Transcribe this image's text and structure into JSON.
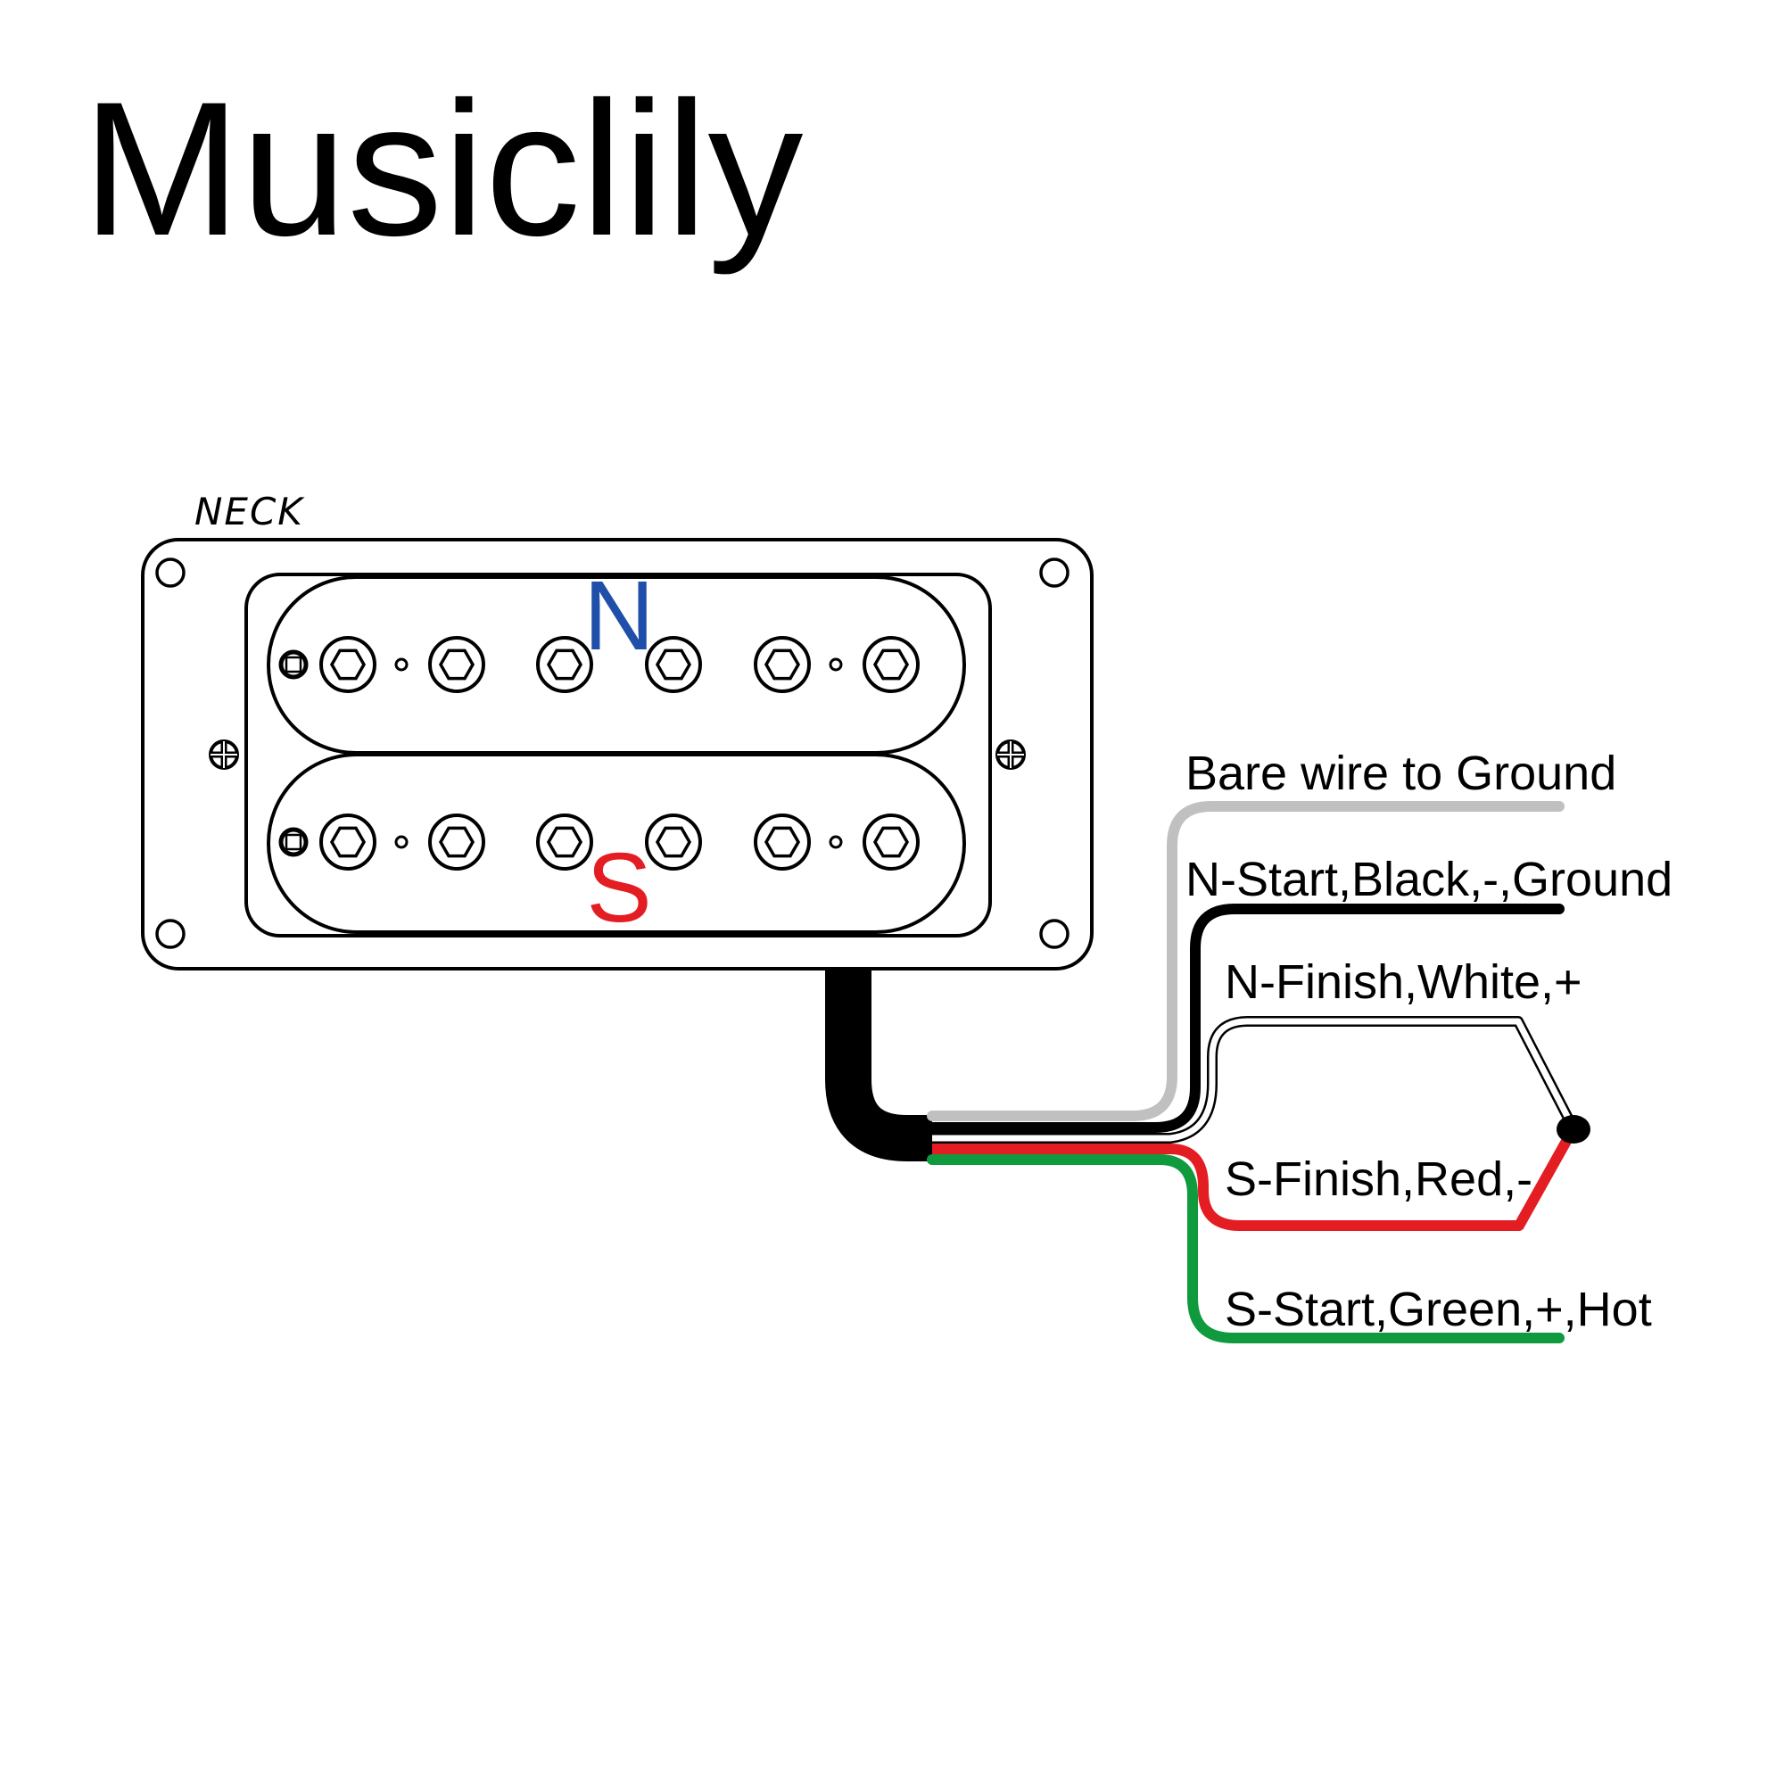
{
  "title": "Musiclily",
  "pickup": {
    "position_label": "NECK",
    "north_coil_label": "N",
    "south_coil_label": "S",
    "north_color": "#1f4fa8",
    "south_color": "#e31d22",
    "poles_per_coil": 6
  },
  "wires": [
    {
      "id": "bare",
      "label": "Bare wire to Ground",
      "color": "#c0c0c0"
    },
    {
      "id": "black",
      "label": "N-Start,Black,-,Ground",
      "color": "#000000"
    },
    {
      "id": "white",
      "label": "N-Finish,White,+",
      "color": "#ffffff"
    },
    {
      "id": "red",
      "label": "S-Finish,Red,-",
      "color": "#e31d22"
    },
    {
      "id": "green",
      "label": "S-Start,Green,+,Hot",
      "color": "#0e9a3d"
    }
  ],
  "junction_note": "N-Finish and S-Finish soldered together"
}
